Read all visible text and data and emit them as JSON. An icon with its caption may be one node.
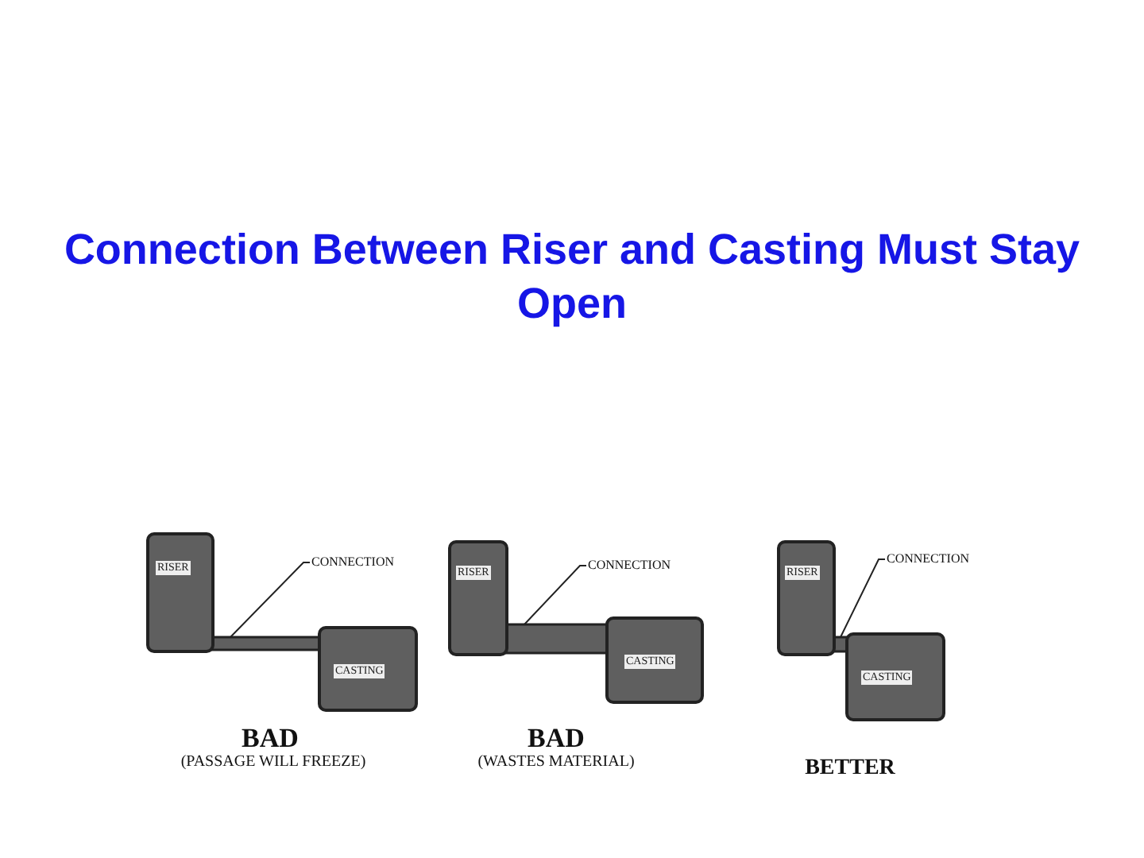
{
  "diagram": {
    "title": "Connection Between Riser and Casting Must Stay Open",
    "nodes": [
      {
        "text": [
          "RISER"
        ]
      },
      {
        "text": [
          "CONNECTION"
        ]
      },
      {
        "text": [],
        "shape": "bar"
      },
      {
        "text": [
          "CASTING"
        ]
      },
      {
        "text": [
          "RISER"
        ]
      },
      {
        "text": [
          "CONNECTION"
        ]
      },
      {
        "text": [],
        "shape": "bar"
      },
      {
        "text": [
          "CASTING"
        ]
      },
      {
        "text": [
          "RISER"
        ]
      },
      {
        "text": [
          "CONNECTION"
        ]
      },
      {
        "text": [],
        "shape": "bar"
      },
      {
        "text": [
          "CASTING"
        ]
      }
    ],
    "edges": [
      {
        "from": 1,
        "to": 2,
        "arrow": "none"
      },
      {
        "from": 5,
        "to": 6,
        "arrow": "none"
      },
      {
        "from": 9,
        "to": 10,
        "arrow": "none"
      }
    ],
    "labels": [
      "BAD",
      "(PASSAGE WILL FREEZE)",
      "BAD",
      "(WASTES MATERIAL)",
      "BETTER"
    ]
  }
}
